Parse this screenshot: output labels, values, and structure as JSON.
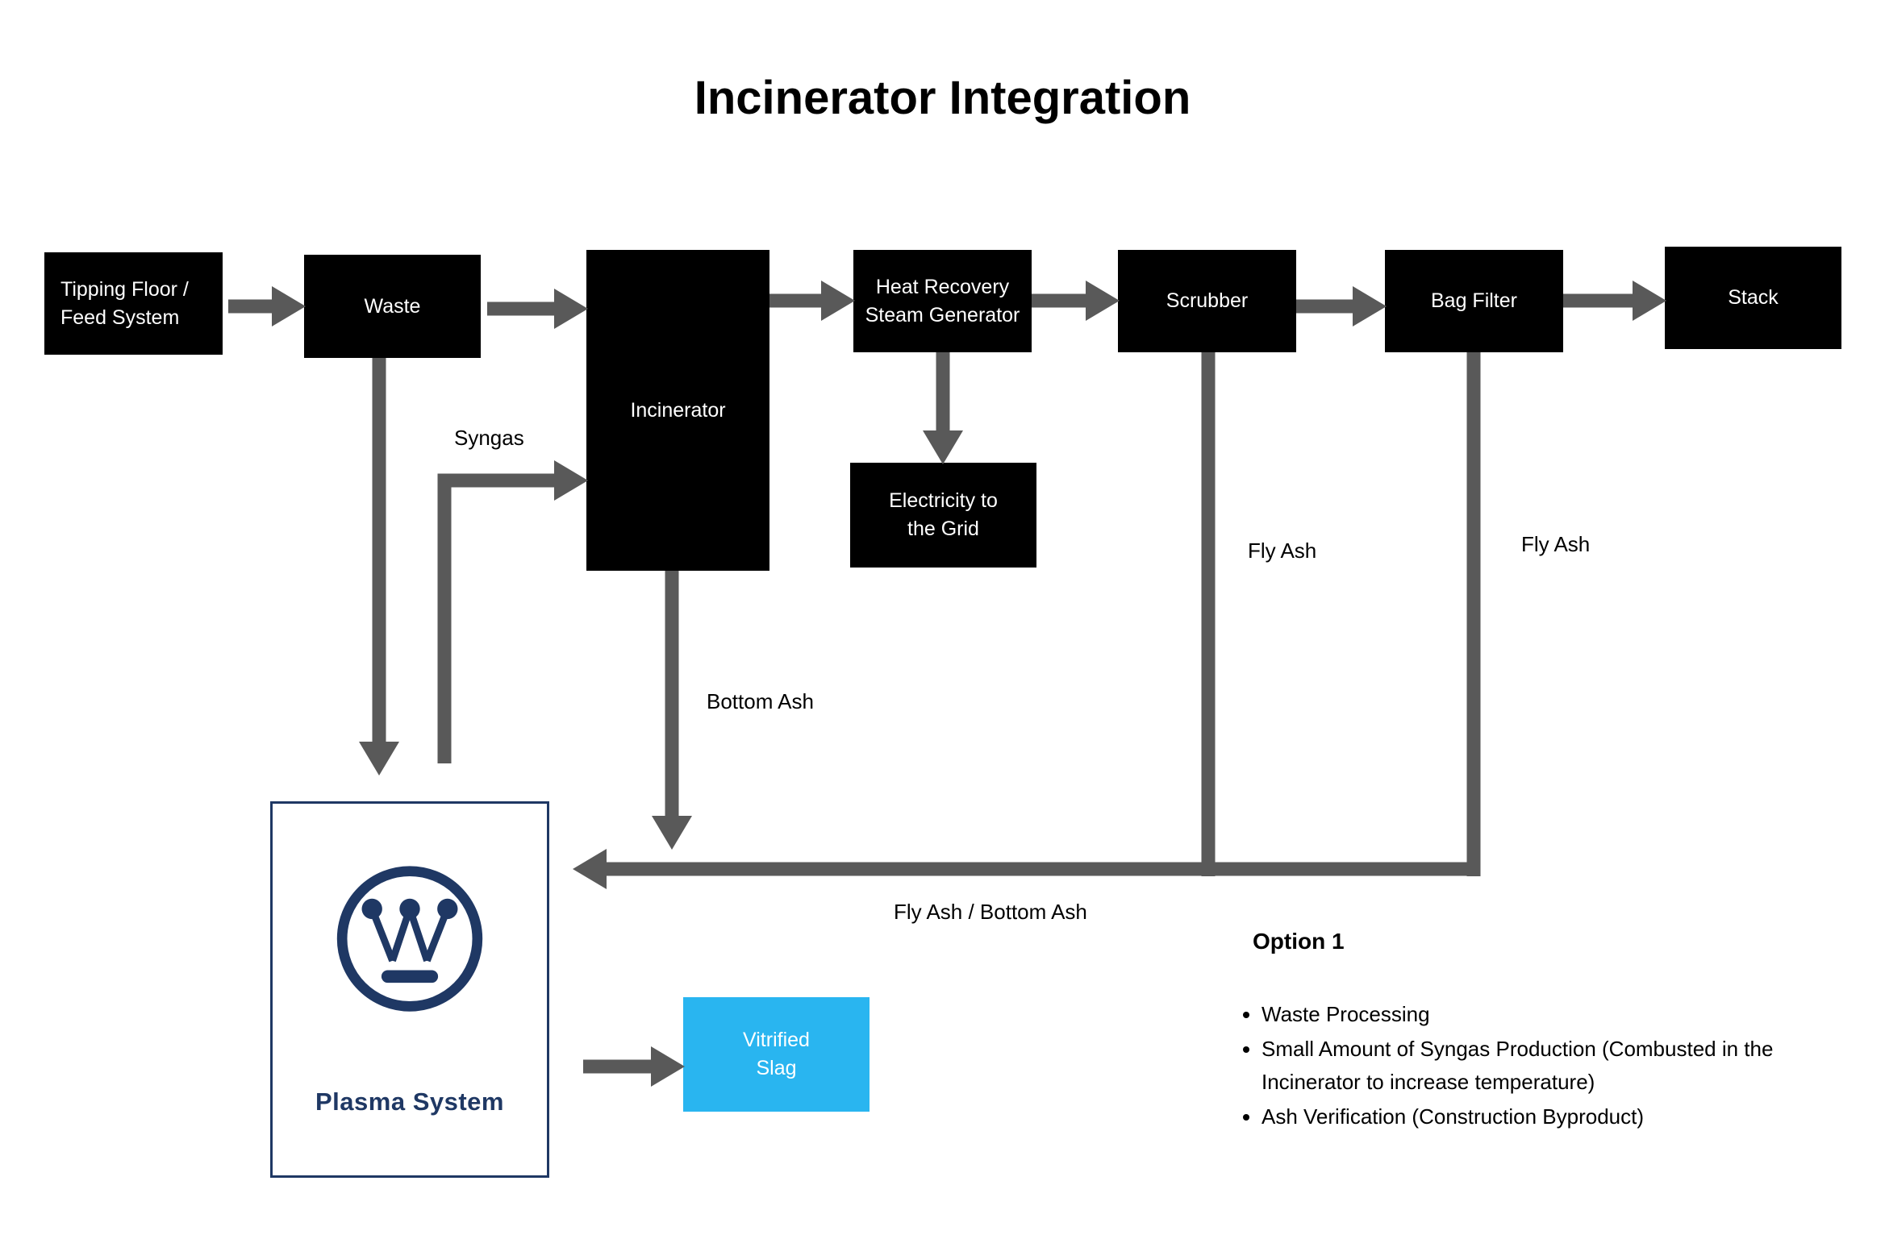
{
  "title": "Incinerator Integration",
  "colors": {
    "box_black": "#000000",
    "arrow_gray": "#595959",
    "plasma_navy": "#1f3864",
    "slag_blue": "#29b5f0",
    "text_white": "#ffffff"
  },
  "nodes": {
    "tipping_floor": {
      "label": "Tipping Floor /\nFeed System"
    },
    "waste": {
      "label": "Waste"
    },
    "incinerator": {
      "label": "Incinerator"
    },
    "hrsg": {
      "label": "Heat Recovery\nSteam Generator"
    },
    "scrubber": {
      "label": "Scrubber"
    },
    "bag_filter": {
      "label": "Bag Filter"
    },
    "stack": {
      "label": "Stack"
    },
    "electricity": {
      "label": "Electricity to\nthe Grid"
    },
    "plasma_system": {
      "label": "Plasma System"
    },
    "vitrified_slag": {
      "label": "Vitrified\nSlag"
    }
  },
  "edge_labels": {
    "syngas": "Syngas",
    "bottom_ash": "Bottom Ash",
    "fly_ash_scrubber": "Fly Ash",
    "fly_ash_bag_filter": "Fly Ash",
    "fly_ash_bottom_ash": "Fly Ash / Bottom Ash"
  },
  "notes": {
    "heading": "Option 1",
    "bullets": [
      "Waste Processing",
      "Small Amount of Syngas Production (Combusted in the Incinerator to increase temperature)",
      "Ash Verification (Construction Byproduct)"
    ]
  },
  "logo": {
    "name": "westinghouse-logo"
  }
}
